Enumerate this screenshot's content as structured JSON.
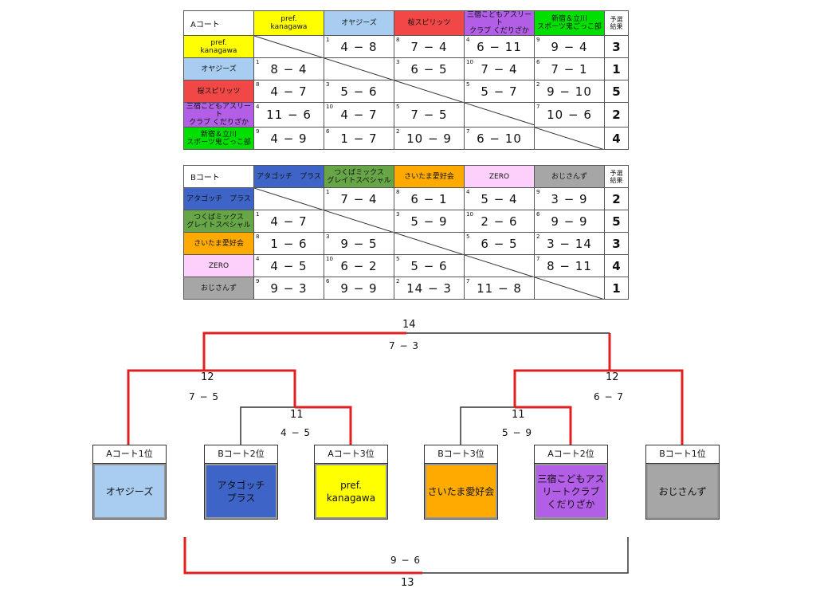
{
  "colors": {
    "pref": "#ffff00",
    "oyajizu": "#a9cdf1",
    "sakura": "#f24747",
    "mishuku": "#b35ee6",
    "shinjuku": "#00e000",
    "atagocchi": "#3e64c8",
    "tsukuba": "#67a646",
    "saitama": "#ffaa00",
    "zero": "#fcd0fa",
    "ojisan": "#a6a6a6",
    "winner_line": "#e02020",
    "loser_line": "#333333"
  },
  "courtA": {
    "corner": "Aコート",
    "rank_header": "予選\n結果",
    "teams": [
      {
        "header": "pref.\nkanagawa",
        "side": "pref.\nkanagawa",
        "color": "pref",
        "rank": "3",
        "cells": [
          null,
          {
            "g": "1",
            "s": "4 − 8"
          },
          {
            "g": "8",
            "s": "7 − 4"
          },
          {
            "g": "4",
            "s": "6 − 11"
          },
          {
            "g": "9",
            "s": "9 − 4"
          }
        ]
      },
      {
        "header": "オヤジーズ",
        "side": "オヤジーズ",
        "color": "oyajizu",
        "rank": "1",
        "cells": [
          {
            "g": "1",
            "s": "8 − 4"
          },
          null,
          {
            "g": "3",
            "s": "6 − 5"
          },
          {
            "g": "10",
            "s": "7 − 4"
          },
          {
            "g": "6",
            "s": "7 − 1"
          }
        ]
      },
      {
        "header": "桜スピリッツ",
        "side": "桜スピリッツ",
        "color": "sakura",
        "rank": "5",
        "cells": [
          {
            "g": "8",
            "s": "4 − 7"
          },
          {
            "g": "3",
            "s": "5 − 6"
          },
          null,
          {
            "g": "5",
            "s": "5 − 7"
          },
          {
            "g": "2",
            "s": "9 − 10"
          }
        ]
      },
      {
        "header": "三宿こどもアスリート\nクラブ くだりざか",
        "side": "三宿こどもアスリート\nクラブ くだりざか",
        "color": "mishuku",
        "rank": "2",
        "cells": [
          {
            "g": "4",
            "s": "11 − 6"
          },
          {
            "g": "10",
            "s": "4 − 7"
          },
          {
            "g": "5",
            "s": "7 − 5"
          },
          null,
          {
            "g": "7",
            "s": "10 − 6"
          }
        ]
      },
      {
        "header": "新宿＆立川\nスポーツ鬼ごっこ部",
        "side": "新宿＆立川\nスポーツ鬼ごっこ部",
        "color": "shinjuku",
        "rank": "4",
        "cells": [
          {
            "g": "9",
            "s": "4 − 9"
          },
          {
            "g": "6",
            "s": "1 − 7"
          },
          {
            "g": "2",
            "s": "10 − 9"
          },
          {
            "g": "7",
            "s": "6 − 10"
          },
          null
        ]
      }
    ]
  },
  "courtB": {
    "corner": "Bコート",
    "rank_header": "予選\n結果",
    "teams": [
      {
        "header": "アタゴッチ　プラス",
        "side": "アタゴッチ　プラス",
        "color": "atagocchi",
        "rank": "2",
        "cells": [
          null,
          {
            "g": "1",
            "s": "7 − 4"
          },
          {
            "g": "8",
            "s": "6 − 1"
          },
          {
            "g": "4",
            "s": "5 − 4"
          },
          {
            "g": "9",
            "s": "3 − 9"
          }
        ]
      },
      {
        "header": "つくばミックス\nグレイトスペシャル",
        "side": "つくばミックス\nグレイトスペシャル",
        "color": "tsukuba",
        "rank": "5",
        "cells": [
          {
            "g": "1",
            "s": "4 − 7"
          },
          null,
          {
            "g": "3",
            "s": "5 − 9"
          },
          {
            "g": "10",
            "s": "2 − 6"
          },
          {
            "g": "6",
            "s": "9 − 9"
          }
        ]
      },
      {
        "header": "さいたま愛好会",
        "side": "さいたま愛好会",
        "color": "saitama",
        "rank": "3",
        "cells": [
          {
            "g": "8",
            "s": "1 − 6"
          },
          {
            "g": "3",
            "s": "9 − 5"
          },
          null,
          {
            "g": "5",
            "s": "6 − 5"
          },
          {
            "g": "2",
            "s": "3 − 14"
          }
        ]
      },
      {
        "header": "ZERO",
        "side": "ZERO",
        "color": "zero",
        "rank": "4",
        "cells": [
          {
            "g": "4",
            "s": "4 − 5"
          },
          {
            "g": "10",
            "s": "6 − 2"
          },
          {
            "g": "5",
            "s": "5 − 6"
          },
          null,
          {
            "g": "7",
            "s": "8 − 11"
          }
        ]
      },
      {
        "header": "おじさんず",
        "side": "おじさんず",
        "color": "ojisan",
        "rank": "1",
        "cells": [
          {
            "g": "9",
            "s": "9 − 3"
          },
          {
            "g": "6",
            "s": "9 − 9"
          },
          {
            "g": "2",
            "s": "14 − 3"
          },
          {
            "g": "7",
            "s": "11 − 8"
          },
          null
        ]
      }
    ]
  },
  "bracket": {
    "slots": [
      {
        "label": "Aコート1位",
        "team": "オヤジーズ",
        "color": "oyajizu"
      },
      {
        "label": "Bコート2位",
        "team": "アタゴッチ\nプラス",
        "color": "atagocchi"
      },
      {
        "label": "Aコート3位",
        "team": "pref.\nkanagawa",
        "color": "pref"
      },
      {
        "label": "Bコート3位",
        "team": "さいたま愛好会",
        "color": "saitama"
      },
      {
        "label": "Aコート2位",
        "team": "三宿こどもアス\nリートクラブ\nくだりざか",
        "color": "mishuku"
      },
      {
        "label": "Bコート1位",
        "team": "おじさんず",
        "color": "ojisan"
      }
    ],
    "games": {
      "g11_left": {
        "no": "11",
        "score": "4 − 5"
      },
      "g11_right": {
        "no": "11",
        "score": "5 − 9"
      },
      "g12_left": {
        "no": "12",
        "score": "7 − 5"
      },
      "g12_right": {
        "no": "12",
        "score": "6 − 7"
      },
      "g14": {
        "no": "14",
        "score": "7 − 3"
      },
      "g13": {
        "no": "13",
        "score": "9 − 6"
      }
    }
  }
}
